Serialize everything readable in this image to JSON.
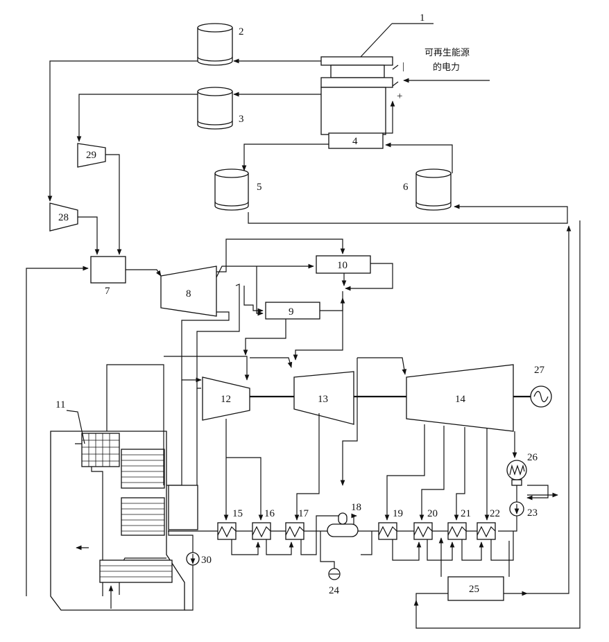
{
  "renewable_label": {
    "line1": "可再生能源",
    "line2": "的电力"
  },
  "labels": {
    "electrolyzer": "1",
    "tank_2": "2",
    "tank_3": "3",
    "separator": "4",
    "tank_5": "5",
    "tank_6": "6",
    "mixer": "7",
    "turbine_8": "8",
    "exchanger_9": "9",
    "exchanger_10": "10",
    "boiler": "11",
    "hp_turbine": "12",
    "ip_turbine": "13",
    "lp_turbine": "14",
    "heater_15": "15",
    "heater_16": "16",
    "heater_17": "17",
    "deaerator": "18",
    "heater_19": "19",
    "heater_20": "20",
    "heater_21": "21",
    "heater_22": "22",
    "pump_23": "23",
    "pump_24": "24",
    "unit_25": "25",
    "condenser": "26",
    "generator": "27",
    "compressor_28": "28",
    "compressor_29": "29",
    "pump_30": "30"
  },
  "electrolyzer_terminals": {
    "minus": "|",
    "plus": "+"
  }
}
